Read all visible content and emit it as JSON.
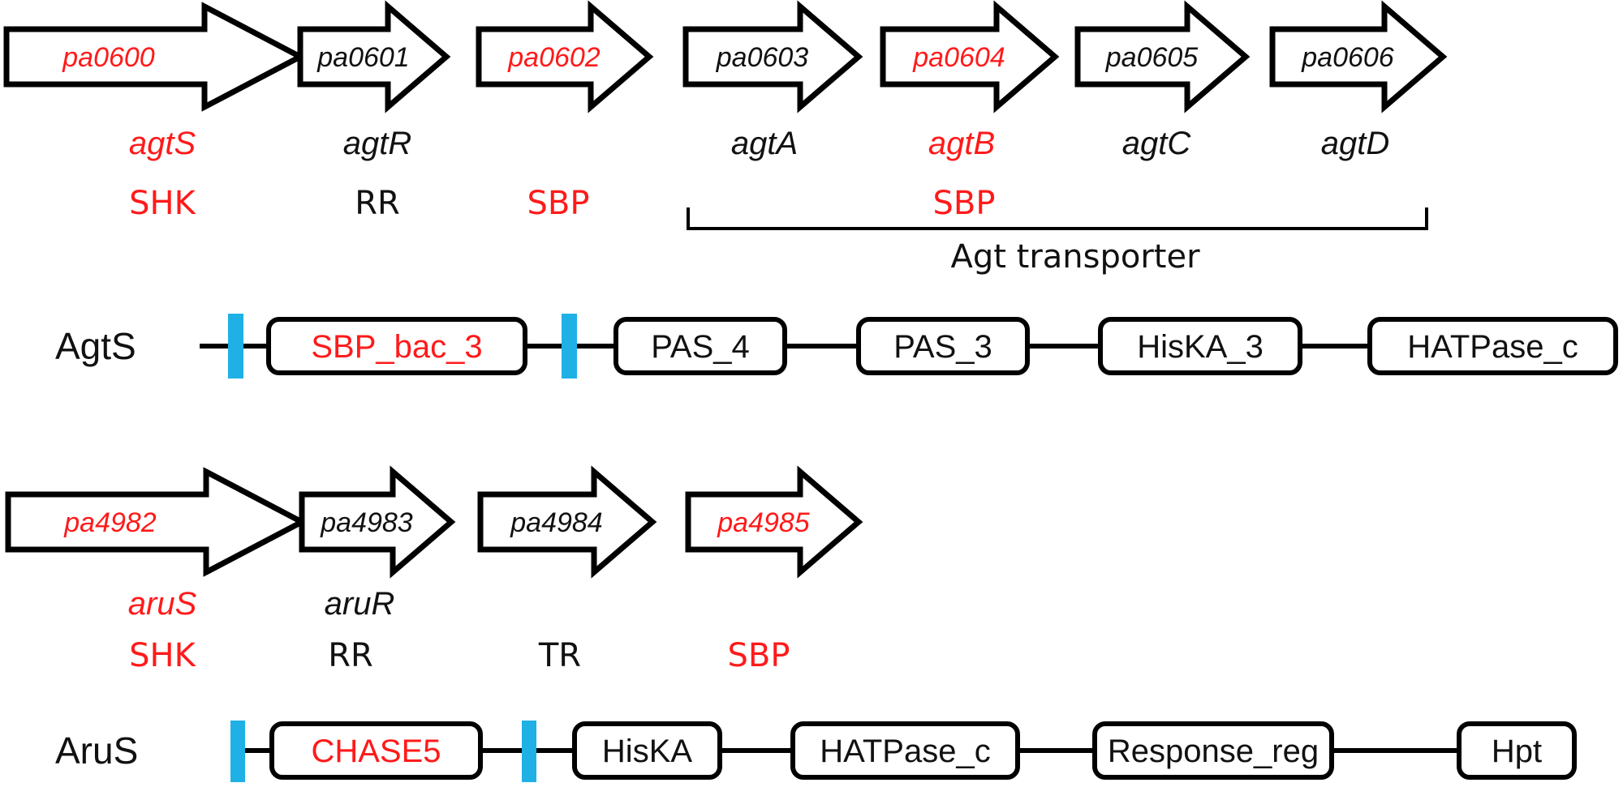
{
  "colors": {
    "highlight": "#ff1a1a",
    "normal": "#111111",
    "tm": "#1fb1e6",
    "stroke": "#000000"
  },
  "operon1": {
    "genes": [
      {
        "id": "pa0600",
        "name": "agtS",
        "func": "SHK",
        "highlight": true
      },
      {
        "id": "pa0601",
        "name": "agtR",
        "func": "RR",
        "highlight": false
      },
      {
        "id": "pa0602",
        "name": "",
        "func": "SBP",
        "highlight": true
      },
      {
        "id": "pa0603",
        "name": "agtA",
        "func": "",
        "highlight": false
      },
      {
        "id": "pa0604",
        "name": "agtB",
        "func": "SBP",
        "highlight": true
      },
      {
        "id": "pa0605",
        "name": "agtC",
        "func": "",
        "highlight": false
      },
      {
        "id": "pa0606",
        "name": "agtD",
        "func": "",
        "highlight": false
      }
    ],
    "bracket_label": "Agt transporter"
  },
  "protein1": {
    "name": "AgtS",
    "domains": [
      {
        "label": "SBP_bac_3",
        "highlight": true
      },
      {
        "label": "PAS_4",
        "highlight": false
      },
      {
        "label": "PAS_3",
        "highlight": false
      },
      {
        "label": "HisKA_3",
        "highlight": false
      },
      {
        "label": "HATPase_c",
        "highlight": false
      }
    ]
  },
  "operon2": {
    "genes": [
      {
        "id": "pa4982",
        "name": "aruS",
        "func": "SHK",
        "highlight": true
      },
      {
        "id": "pa4983",
        "name": "aruR",
        "func": "RR",
        "highlight": false
      },
      {
        "id": "pa4984",
        "name": "",
        "func": "TR",
        "highlight": false
      },
      {
        "id": "pa4985",
        "name": "",
        "func": "SBP",
        "highlight": true
      }
    ]
  },
  "protein2": {
    "name": "AruS",
    "domains": [
      {
        "label": "CHASE5",
        "highlight": true
      },
      {
        "label": "HisKA",
        "highlight": false
      },
      {
        "label": "HATPase_c",
        "highlight": false
      },
      {
        "label": "Response_reg",
        "highlight": false
      },
      {
        "label": "Hpt",
        "highlight": false
      }
    ]
  }
}
